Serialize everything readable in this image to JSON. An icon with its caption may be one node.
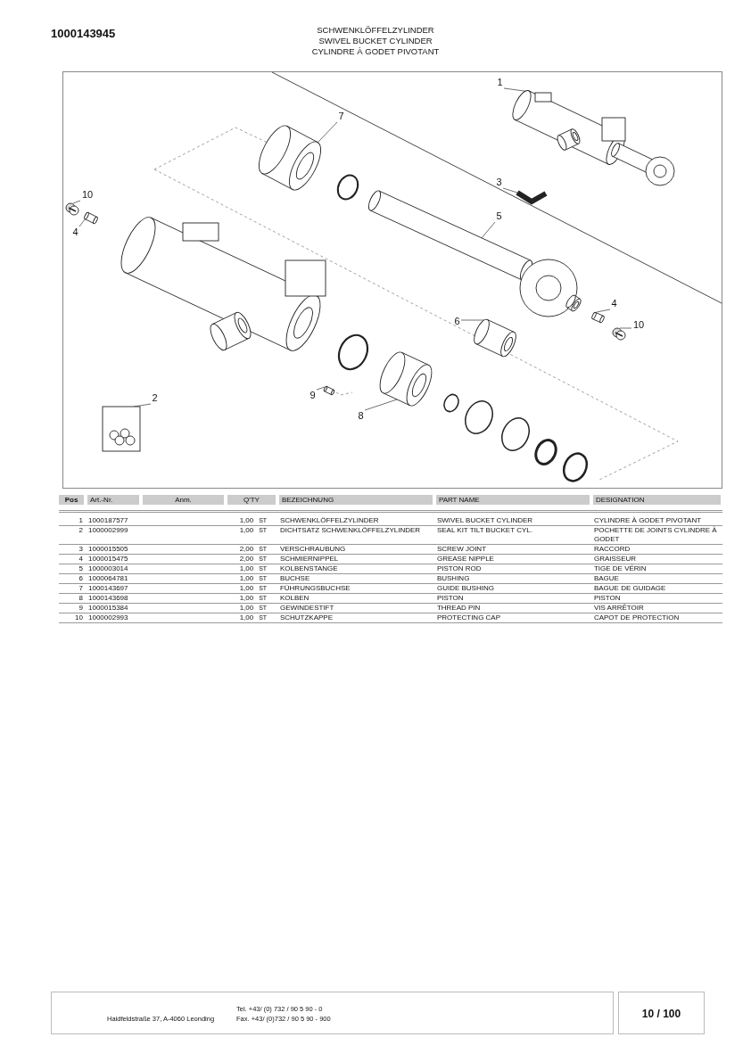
{
  "diagram": {
    "nodes": [
      {
        "text": [
          "1"
        ]
      },
      {
        "text": [],
        "shape": "picture"
      },
      {
        "text": [
          "3"
        ]
      },
      {
        "text": [],
        "shape": "picture"
      },
      {
        "text": [
          "7"
        ]
      },
      {
        "text": [],
        "shape": "picture"
      },
      {
        "text": [
          "10"
        ]
      },
      {
        "text": [],
        "shape": "picture"
      },
      {
        "text": [
          "4"
        ]
      },
      {
        "text": [],
        "shape": "picture"
      },
      {
        "text": [
          "5"
        ]
      },
      {
        "text": [],
        "shape": "picture"
      },
      {
        "text": [
          "6"
        ]
      },
      {
        "text": [],
        "shape": "picture"
      },
      {
        "text": [
          "4"
        ]
      },
      {
        "text": [],
        "shape": "picture"
      },
      {
        "text": [
          "10"
        ]
      },
      {
        "text": [],
        "shape": "picture"
      },
      {
        "text": [
          "2"
        ]
      },
      {
        "text": [],
        "shape": "picture"
      },
      {
        "text": [
          "9"
        ]
      },
      {
        "text": [],
        "shape": "picture"
      },
      {
        "text": [
          "8"
        ]
      },
      {
        "text": [],
        "shape": "picture"
      }
    ],
    "edges": [
      {
        "from": 0,
        "to": 1,
        "arrow": "none"
      },
      {
        "from": 2,
        "to": 3,
        "arrow": "none"
      },
      {
        "from": 4,
        "to": 5,
        "arrow": "none"
      },
      {
        "from": 6,
        "to": 7,
        "arrow": "none"
      },
      {
        "from": 8,
        "to": 9,
        "arrow": "none"
      },
      {
        "from": 10,
        "to": 11,
        "arrow": "none"
      },
      {
        "from": 12,
        "to": 13,
        "arrow": "none"
      },
      {
        "from": 14,
        "to": 15,
        "arrow": "none"
      },
      {
        "from": 16,
        "to": 17,
        "arrow": "none"
      },
      {
        "from": 18,
        "to": 19,
        "arrow": "none"
      },
      {
        "from": 20,
        "to": 21,
        "arrow": "none"
      },
      {
        "from": 22,
        "to": 23,
        "arrow": "none"
      }
    ],
    "labels": [
      "1000143945",
      "SCHWENKLÖFFELZYLINDER",
      "SWIVEL BUCKET CYLINDER",
      "CYLINDRE À GODET PIVOTANT",
      "Pos",
      "Art.-Nr.",
      "Anm.",
      "Q'TY",
      "BEZEICHNUNG",
      "PART NAME",
      "DESIGNATION",
      "1",
      "1000187577",
      "1,00",
      "ST",
      "SCHWENKLÖFFELZYLINDER",
      "SWIVEL BUCKET CYLINDER",
      "CYLINDRE À GODET PIVOTANT",
      "2",
      "1000002999",
      "1,00",
      "ST",
      "DICHTSATZ SCHWENKLÖFFELZYLINDER",
      "SEAL KIT TILT BUCKET CYL.",
      "POCHETTE DE JOINTS  CYLINDRE À GODET",
      "3",
      "1000015505",
      "2,00",
      "ST",
      "VERSCHRAUBUNG",
      "SCREW JOINT",
      "RACCORD",
      "4",
      "1000015475",
      "2,00",
      "ST",
      "SCHMIERNIPPEL",
      "GREASE NIPPLE",
      "GRAISSEUR",
      "5",
      "1000003014",
      "1,00",
      "ST",
      "KOLBENSTANGE",
      "PISTON ROD",
      "TIGE DE VÉRIN",
      "6",
      "1000064781",
      "1,00",
      "ST",
      "BUCHSE",
      "BUSHING",
      "BAGUE",
      "7",
      "1000143697",
      "1,00",
      "ST",
      "FÜHRUNGSBUCHSE",
      "GUIDE BUSHING",
      "BAGUE DE GUIDAGE",
      "8",
      "1000143698",
      "1,00",
      "ST",
      "KOLBEN",
      "PISTON",
      "PISTON",
      "9",
      "1000015384",
      "1,00",
      "ST",
      "GEWINDESTIFT",
      "THREAD PIN",
      "VIS ARRÊTOIR",
      "10",
      "1000002993",
      "1,00",
      "ST",
      "SCHUTZKAPPE",
      "PROTECTING CAP",
      "CAPOT DE PROTECTION",
      "Haidfeldstraße 37, A-4060 Leonding",
      "Tel. +43/ (0) 732 / 90 5 90 - 0",
      "Fax. +43/ (0)732 / 90 5 90 - 900",
      "10 / 100"
    ]
  }
}
